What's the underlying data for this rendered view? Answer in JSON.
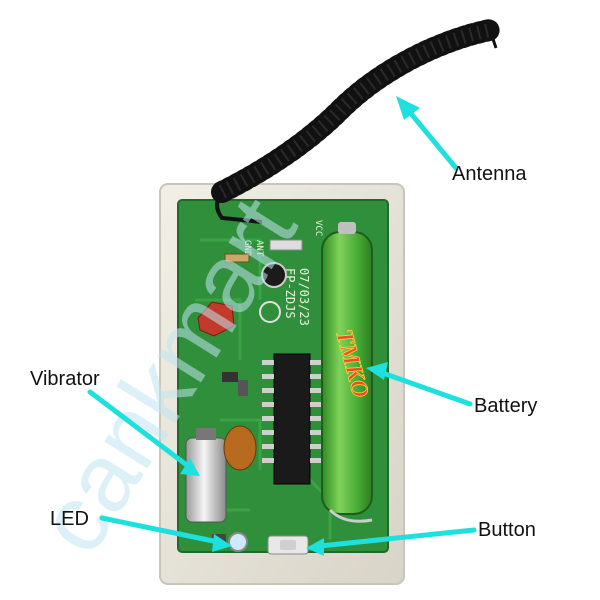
{
  "labels": {
    "antenna": "Antenna",
    "battery": "Battery",
    "vibrator": "Vibrator",
    "led": "LED",
    "button": "Button"
  },
  "watermark": "cankmart",
  "pcb_text": {
    "model": "FP-ZDJS",
    "date": "07/03/23",
    "gnd": "GND",
    "ant": "ANT",
    "vcc": "VCC"
  },
  "battery_brand": "TMKO",
  "colors": {
    "arrow": "#1ee0de",
    "pcb": "#2f8f3a",
    "case": "#ece9df",
    "battery": "#4db33a"
  }
}
